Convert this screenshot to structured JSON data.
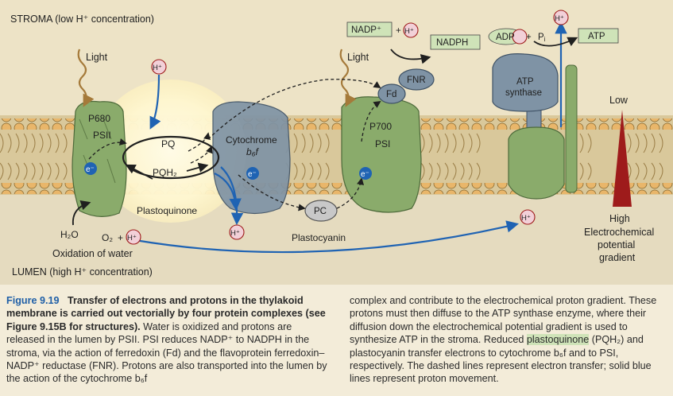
{
  "diagram": {
    "stroma_label": "STROMA (low H⁺ concentration)",
    "lumen_label": "LUMEN (high H⁺ concentration)",
    "light_1": "Light",
    "light_2": "Light",
    "h_plus": "H⁺",
    "p680": "P680",
    "psii": "PSII",
    "e_minus": "e⁻",
    "pq": "PQ",
    "pqh2": "PQH₂",
    "plastoquinone": "Plastoquinone",
    "cytochrome_line1": "Cytochrome",
    "cytochrome_line2": "b₆f",
    "p700": "P700",
    "psi": "PSI",
    "fd": "Fd",
    "fnr": "FNR",
    "nadp_plus": "NADP⁺",
    "plus": "+",
    "nadph": "NADPH",
    "adp": "ADP",
    "pi": "P",
    "pi_sub": "i",
    "atp": "ATP",
    "atp_synthase_line1": "ATP",
    "atp_synthase_line2": "synthase",
    "pc": "PC",
    "plastocyanin": "Plastocyanin",
    "h2o": "H₂O",
    "o2": "O₂",
    "oxidation_of_water": "Oxidation of water",
    "gradient_low": "Low",
    "gradient_high_1": "High",
    "gradient_high_2": "Electrochemical",
    "gradient_high_3": "potential",
    "gradient_high_4": "gradient",
    "colors": {
      "stroma_bg": "#ede3c6",
      "lumen_bg": "#e5dbbf",
      "membrane_head": "#e9b66a",
      "protein_green": "#8aab6b",
      "protein_blue": "#7f93a5",
      "proton_arrow": "#1f63b3",
      "gradient_red": "#9e1b1b",
      "label_box": "#cfe3b8"
    }
  },
  "caption": {
    "figure_number": "Figure 9.19",
    "title": "Transfer of electrons and protons in the thylakoid membrane is carried out vectorially by four protein complexes (see Figure 9.15B for structures).",
    "text_1": "Water is oxidized and protons are released in the lumen by PSII. PSI reduces NADP⁺ to NADPH in the stroma, via the action of ferredoxin (Fd) and the flavoprotein ferredoxin–NADP⁺ reductase (FNR). Protons are also transported into the lumen by the action of the cytochrome b₆f",
    "text_2": "complex and contribute to the electrochemical proton gradient. These protons must then diffuse to the ATP synthase enzyme, where their diffusion down the electrochemical potential gradient is used to synthesize ATP in the stroma. Reduced ",
    "text_highlight": "plastoquinone",
    "text_3": " (PQH₂) and plastocyanin transfer electrons to cytochrome b₆f and to PSI, respectively. The dashed lines represent electron transfer; solid blue lines represent proton movement."
  }
}
